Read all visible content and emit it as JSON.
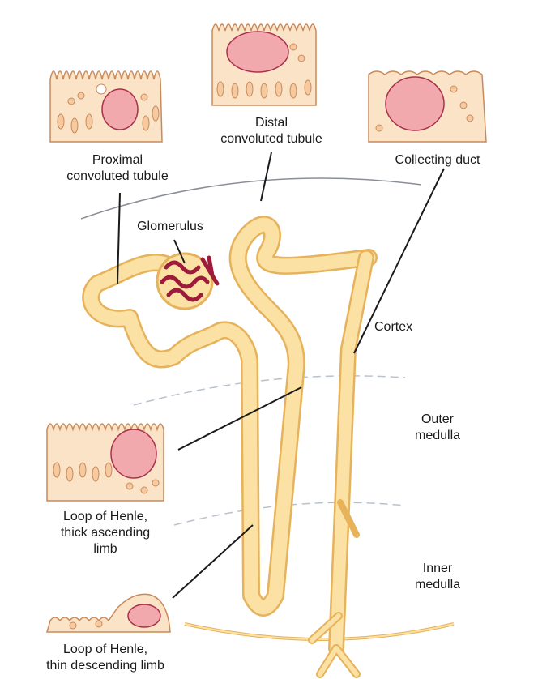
{
  "labels": {
    "proximal": [
      "Proximal",
      "convoluted tubule"
    ],
    "distal": [
      "Distal",
      "convoluted tubule"
    ],
    "collecting": [
      "Collecting duct"
    ],
    "glomerulus": [
      "Glomerulus"
    ],
    "cortex": [
      "Cortex"
    ],
    "outer_medulla": [
      "Outer",
      "medulla"
    ],
    "inner_medulla": [
      "Inner",
      "medulla"
    ],
    "thick_ascending": [
      "Loop of Henle,",
      "thick ascending",
      "limb"
    ],
    "thin_descending": [
      "Loop of Henle,",
      "thin descending limb"
    ]
  },
  "colors": {
    "tubule_fill": "#fbe1a4",
    "tubule_edge": "#e6b25a",
    "cell_fill": "#fbe3c8",
    "cell_edge": "#c98a5a",
    "nucleus_fill": "#f2a9ad",
    "nucleus_edge": "#a8324a",
    "glomerulus": "#9e1b3c",
    "pointer": "#1a1a1a",
    "zone_line": "#b9c2cc"
  }
}
